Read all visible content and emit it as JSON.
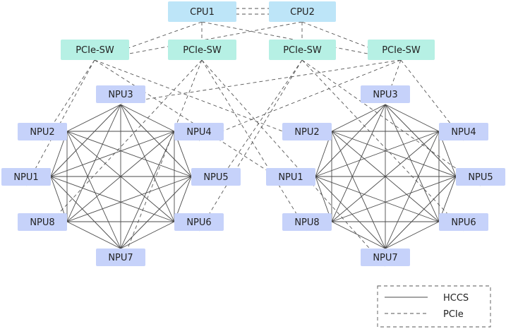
{
  "colors": {
    "cpu": "#bde5f8",
    "switch": "#b6f0e4",
    "npu": "#c6d2fa",
    "line": "#4a4a4a"
  },
  "cpus": [
    {
      "id": "cpu1",
      "label": "CPU1"
    },
    {
      "id": "cpu2",
      "label": "CPU2"
    }
  ],
  "switches": [
    {
      "id": "sw1",
      "label": "PCIe-SW"
    },
    {
      "id": "sw2",
      "label": "PCIe-SW"
    },
    {
      "id": "sw3",
      "label": "PCIe-SW"
    },
    {
      "id": "sw4",
      "label": "PCIe-SW"
    }
  ],
  "groups": [
    {
      "id": "left",
      "npus": [
        {
          "id": "L3",
          "label": "NPU3"
        },
        {
          "id": "L2",
          "label": "NPU2"
        },
        {
          "id": "L4",
          "label": "NPU4"
        },
        {
          "id": "L1",
          "label": "NPU1"
        },
        {
          "id": "L5",
          "label": "NPU5"
        },
        {
          "id": "L8",
          "label": "NPU8"
        },
        {
          "id": "L6",
          "label": "NPU6"
        },
        {
          "id": "L7",
          "label": "NPU7"
        }
      ]
    },
    {
      "id": "right",
      "npus": [
        {
          "id": "R3",
          "label": "NPU3"
        },
        {
          "id": "R2",
          "label": "NPU2"
        },
        {
          "id": "R4",
          "label": "NPU4"
        },
        {
          "id": "R1",
          "label": "NPU1"
        },
        {
          "id": "R5",
          "label": "NPU5"
        },
        {
          "id": "R8",
          "label": "NPU8"
        },
        {
          "id": "R6",
          "label": "NPU6"
        },
        {
          "id": "R7",
          "label": "NPU7"
        }
      ]
    }
  ],
  "pcie_links": [
    [
      "cpu1",
      "sw1"
    ],
    [
      "cpu1",
      "sw2"
    ],
    [
      "cpu1",
      "sw4"
    ],
    [
      "cpu2",
      "sw3"
    ],
    [
      "cpu2",
      "sw4"
    ],
    [
      "cpu2",
      "sw1"
    ],
    [
      "sw1",
      "L1"
    ],
    [
      "sw1",
      "L2"
    ],
    [
      "sw1",
      "R1"
    ],
    [
      "sw1",
      "R2"
    ],
    [
      "sw2",
      "L7"
    ],
    [
      "sw2",
      "L8"
    ],
    [
      "sw2",
      "R7"
    ],
    [
      "sw2",
      "R8"
    ],
    [
      "sw3",
      "L5"
    ],
    [
      "sw3",
      "L6"
    ],
    [
      "sw3",
      "R5"
    ],
    [
      "sw3",
      "R6"
    ],
    [
      "sw4",
      "L3"
    ],
    [
      "sw4",
      "L4"
    ],
    [
      "sw4",
      "R3"
    ],
    [
      "sw4",
      "R4"
    ]
  ],
  "legend": {
    "hccs_label": "HCCS",
    "pcie_label": "PCIe"
  }
}
